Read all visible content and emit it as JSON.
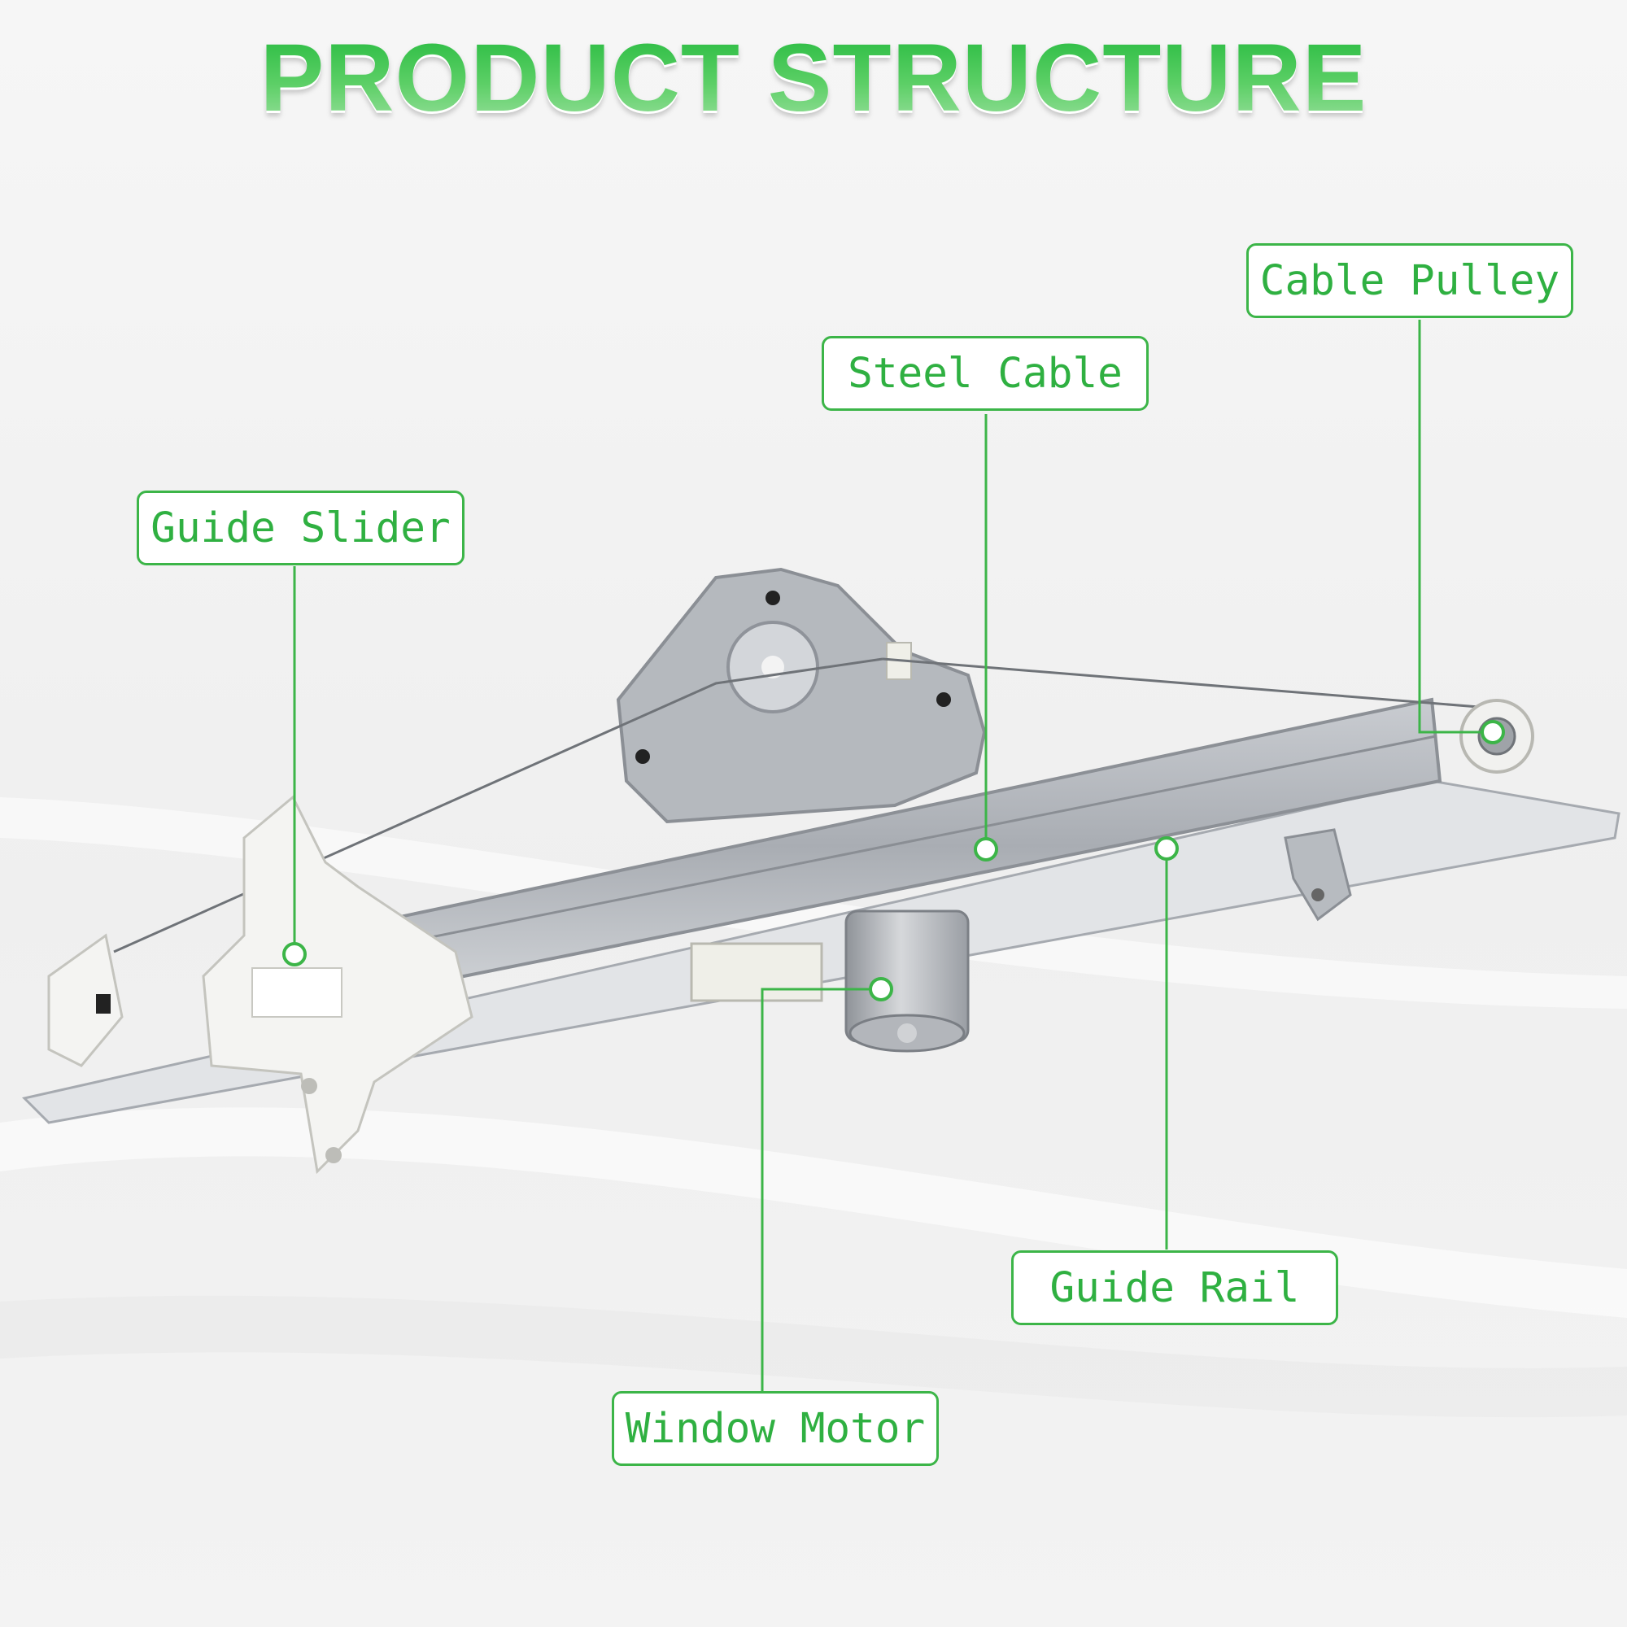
{
  "title": "PRODUCT STRUCTURE",
  "accent_color": "#3cb548",
  "callouts": {
    "cable_pulley": "Cable Pulley",
    "steel_cable": "Steel Cable",
    "guide_slider": "Guide Slider",
    "guide_rail": "Guide Rail",
    "window_motor": "Window Motor"
  }
}
